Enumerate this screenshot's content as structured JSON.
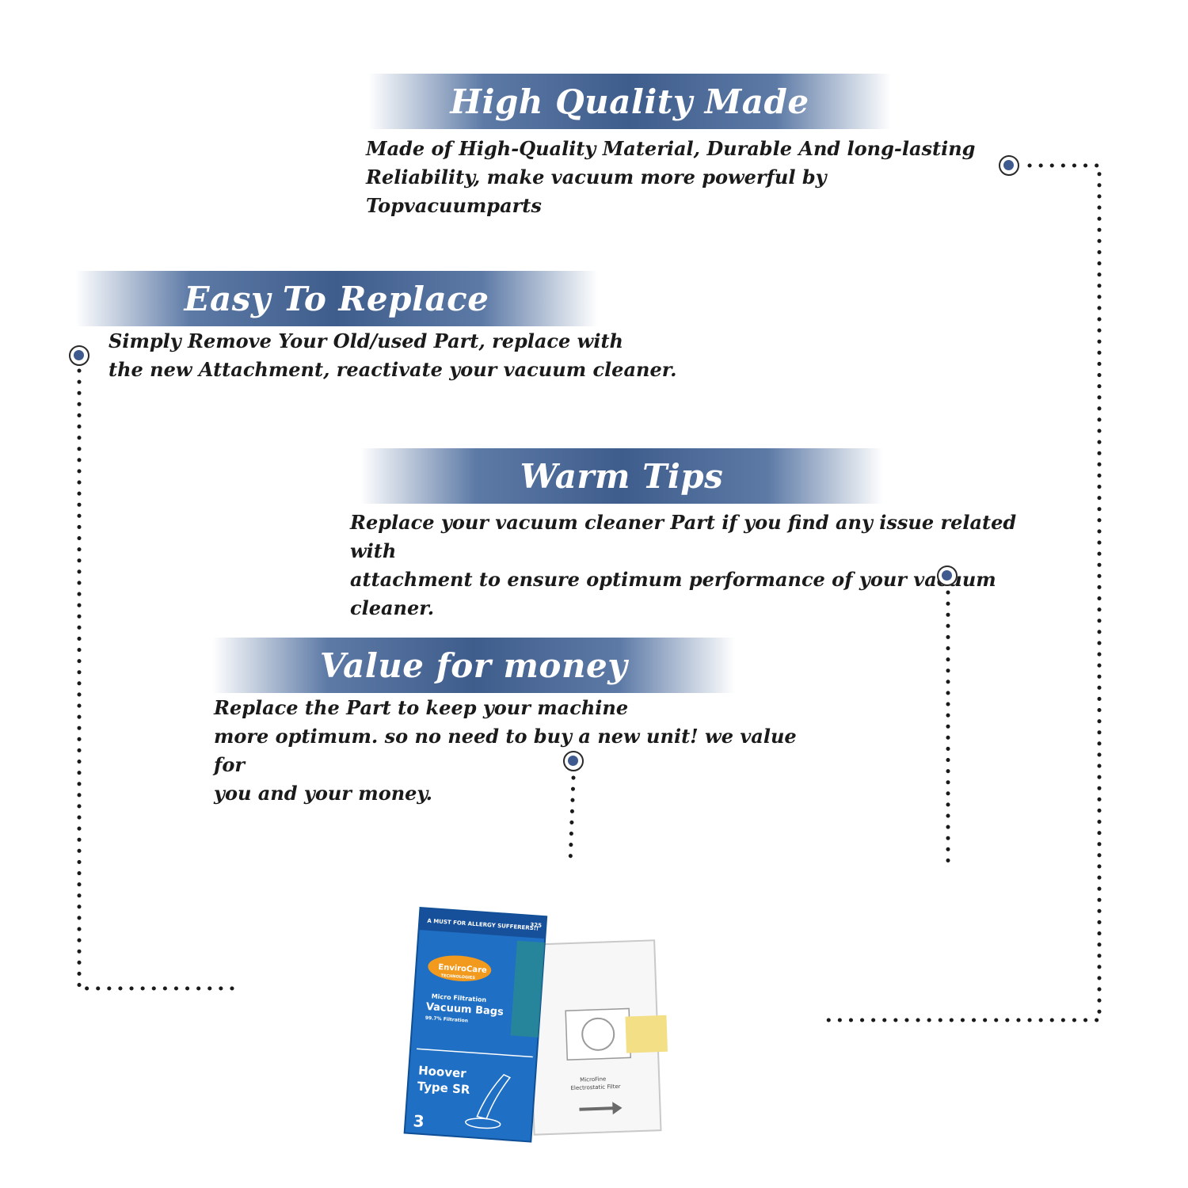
{
  "sections": [
    {
      "title": "High Quality Made",
      "text": "Made of  High-Quality Material, Durable And long-lasting\nReliability, make vacuum more powerful by Topvacuumparts"
    },
    {
      "title": "Easy To Replace",
      "text": "Simply Remove Your Old/used Part, replace with\nthe new Attachment, reactivate your vacuum cleaner."
    },
    {
      "title": "Warm Tips",
      "text": "Replace your vacuum cleaner Part if you find any issue related with\nattachment to ensure optimum performance of your vacuum cleaner."
    },
    {
      "title": "Value for money",
      "text": "Replace the Part to keep your machine\nmore optimum. so no need to buy a new unit! we value for\nyou and your money."
    }
  ],
  "product": {
    "banner": "A MUST FOR ALLERGY SUFFERERS!!",
    "part_number": "325",
    "brand": "EnviroCare",
    "brand_sub": "TECHNOLOGIES",
    "line1": "Micro Filtration",
    "line2": "Vacuum Bags",
    "filtration_1": "99.7% Filtration",
    "model_brand": "Hoover",
    "model_type": "Type SR",
    "count": "3",
    "filter_label_1": "MicroFine",
    "filter_label_2": "Electrostatic Filter"
  },
  "colors": {
    "banner_dark": "#3f5d8c",
    "banner_light": "#5d7aa6",
    "marker_fill": "#3f5a8f",
    "package_blue": "#1f6fc4"
  }
}
